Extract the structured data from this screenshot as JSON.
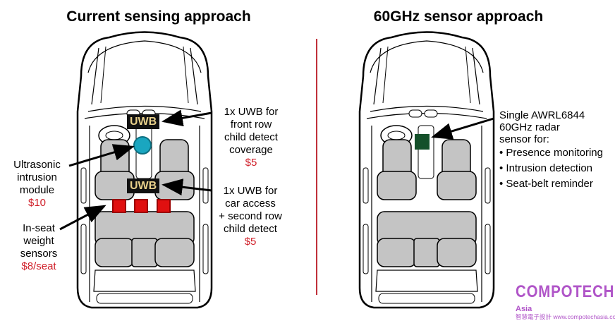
{
  "left_panel": {
    "title": "Current sensing approach",
    "badge_label": "UWB",
    "callouts": [
      {
        "lines": [
          "1x UWB for",
          "front row",
          "child detect",
          "coverage"
        ],
        "price": "$5"
      },
      {
        "lines": [
          "1x UWB for",
          "car access",
          "+ second row",
          "child detect"
        ],
        "price": "$5"
      },
      {
        "lines": [
          "Ultrasonic",
          "intrusion",
          "module"
        ],
        "price": "$10"
      },
      {
        "lines": [
          "In-seat",
          "weight",
          "sensors"
        ],
        "price": "$8/seat"
      }
    ]
  },
  "right_panel": {
    "title": "60GHz sensor approach",
    "description": [
      "Single AWRL6844",
      "60GHz radar",
      "sensor for:"
    ],
    "features": [
      "• Presence monitoring",
      "• Intrusion detection",
      "• Seat-belt reminder"
    ]
  },
  "watermark": {
    "brand": "COMPOTECH",
    "suffix": "Asia",
    "tagline": "智慧電子設計 www.compotechasia.com"
  },
  "colors": {
    "price": "#d0202a",
    "divider": "#c0303a",
    "ultrasonic_sensor": "#1aa6c0",
    "weight_sensor": "#e01010",
    "radar_sensor": "#14502a",
    "seat": "#c4c4c4",
    "watermark": "#b055c8"
  }
}
